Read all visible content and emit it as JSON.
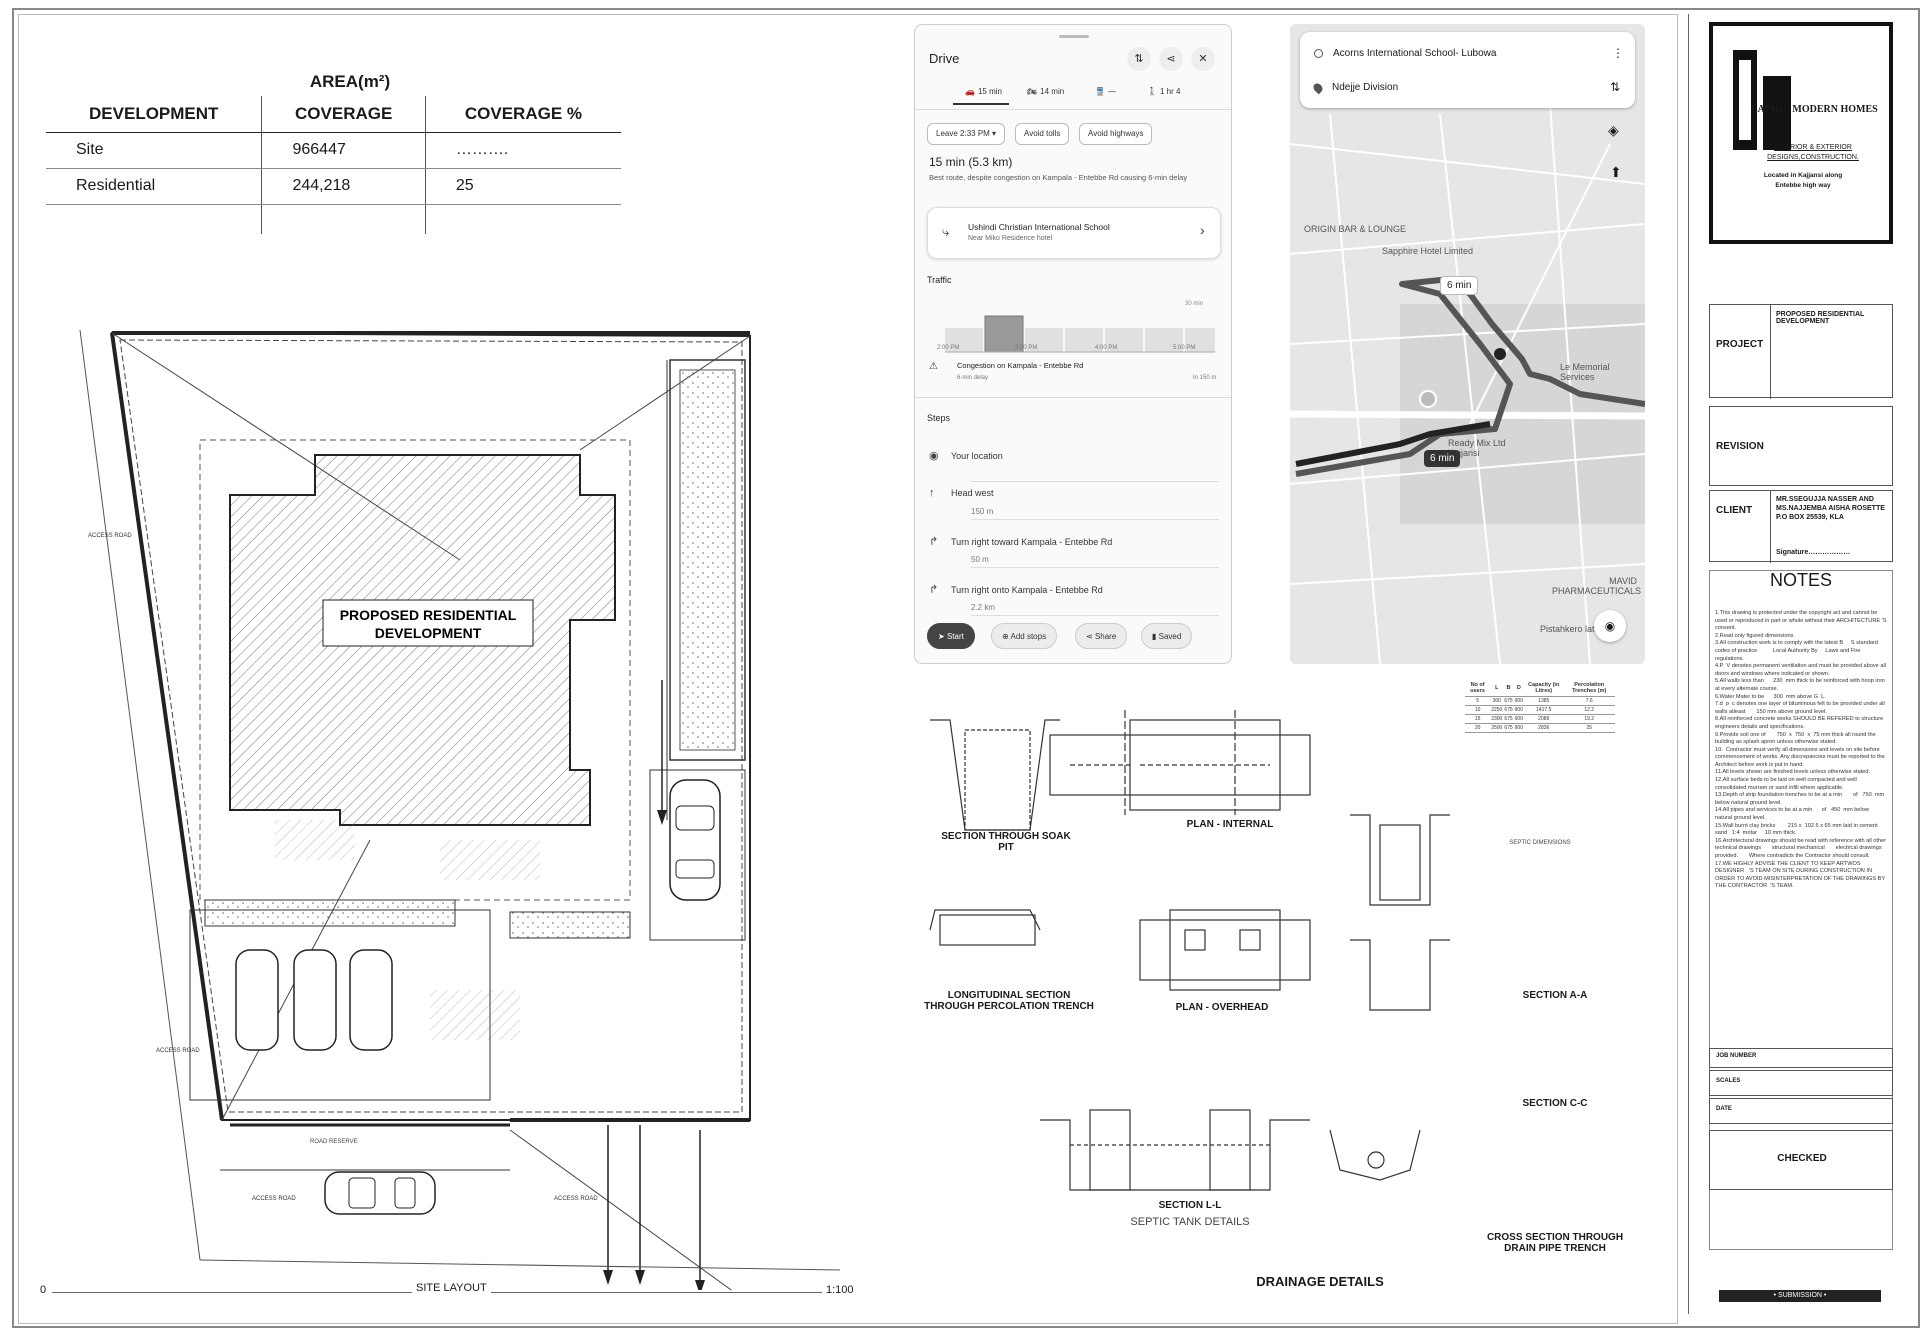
{
  "area": {
    "title": "AREA(m²)",
    "headers": [
      "DEVELOPMENT",
      "COVERAGE",
      "COVERAGE %"
    ],
    "rows": [
      {
        "development": "Site",
        "coverage": "966447",
        "percent": "………."
      },
      {
        "development": "Residential",
        "coverage": "244,218",
        "percent": "25"
      }
    ]
  },
  "site": {
    "building_label_line1": "PROPOSED RESIDENTIAL",
    "building_label_line2": "DEVELOPMENT",
    "access_road": "ACCESS ROAD",
    "road_reserve": "ROAD RESERVE",
    "caption": "SITE LAYOUT",
    "scale": "1:100",
    "scale_zero": "0"
  },
  "drive": {
    "title": "Drive",
    "modes": [
      {
        "icon": "car",
        "label": "15 min"
      },
      {
        "icon": "motorbike",
        "label": "14 min"
      },
      {
        "icon": "transit",
        "label": "—"
      },
      {
        "icon": "walk",
        "label": "1 hr 4"
      }
    ],
    "chips": [
      "Leave 2:33 PM ▾",
      "Avoid tolls",
      "Avoid highways"
    ],
    "duration": "15 min (5.3 km)",
    "summary": "Best route, despite congestion on Kampala - Entebbe Rd causing 6-min delay",
    "destination_name": "Ushindi Christian International School",
    "destination_sub": "Near Miko Residence hotel",
    "traffic_title": "Traffic",
    "traffic_max": "30 min",
    "traffic_times": [
      "2:00 PM",
      "3:00 PM",
      "4:00 PM",
      "5:00 PM"
    ],
    "congestion_title": "Congestion on Kampala - Entebbe Rd",
    "congestion_delay": "6-min delay",
    "congestion_dist": "In 150 m",
    "steps_title": "Steps",
    "steps": [
      {
        "icon": "location",
        "text": "Your location",
        "dist": ""
      },
      {
        "icon": "straight",
        "text": "Head west",
        "dist": "150 m"
      },
      {
        "icon": "turn-right",
        "text": "Turn right toward Kampala - Entebbe Rd",
        "dist": "50 m"
      },
      {
        "icon": "turn-right",
        "text": "Turn right onto Kampala - Entebbe Rd",
        "dist": "2.2 km"
      }
    ],
    "buttons": [
      "Start",
      "Add stops",
      "Share",
      "Saved"
    ]
  },
  "map": {
    "origin": "Acorns International School- Lubowa",
    "destination": "Ndejje Division",
    "labels": [
      "ORIGIN BAR & LOUNGE",
      "Sapphire Hotel Limited",
      "Le Memorial Services",
      "Ready Mix Ltd Kajjansi",
      "MAVID PHARMACEUTICALS",
      "Pistahkero lat"
    ],
    "badge_top": "6 min",
    "badge_bottom": "6 min"
  },
  "drainage": {
    "section_soak_pit": "SECTION THROUGH SOAK PIT",
    "plan_internal": "PLAN - INTERNAL",
    "longitudinal": "LONGITUDINAL SECTION THROUGH PERCOLATION TRENCH",
    "plan_overhead": "PLAN - OVERHEAD",
    "section_aa": "SECTION A-A",
    "section_cc": "SECTION C-C",
    "section_ll": "SECTION L-L",
    "septic_details": "SEPTIC  TANK DETAILS",
    "cross_section": "CROSS SECTION THROUGH DRAIN PIPE TRENCH",
    "caption": "DRAINAGE DETAILS",
    "septic_dimensions": "SEPTIC DIMENSIONS",
    "table_headers": [
      "No of users",
      "L",
      "B",
      "D",
      "Capacity (in Litres)",
      "Percolation Trenches (m)"
    ],
    "table_rows": [
      [
        "5",
        "300",
        "675",
        "900",
        "1385",
        "7.6"
      ],
      [
        "10",
        "2250",
        "675",
        "900",
        "1417.5",
        "12.2"
      ],
      [
        "15",
        "2300",
        "675",
        "900",
        "2089",
        "19.2"
      ],
      [
        "20",
        "2500",
        "675",
        "900",
        "2836",
        "25"
      ]
    ]
  },
  "title_block": {
    "company": "LAPHIC MODERN HOMES",
    "services_line1": "INTERIOR & EXTERIOR",
    "services_line2": "DESIGNS,CONSTRUCTION.",
    "location_line1": "Located in Kajjansi along",
    "location_line2": "Entebbe high way",
    "project_label": "PROJECT",
    "project_name": "PROPOSED RESIDENTIAL DEVELOPMENT",
    "revision_label": "REVISION",
    "client_label": "CLIENT",
    "client_name": "MR.SSEGUJJA NASSER AND MS.NAJJEMBA AISHA ROSETTE P.O BOX 25539, KLA",
    "signature": "Signature………………",
    "notes_title": "NOTES",
    "notes_text": "1.This drawing is protected under the copyright act and cannot be used or reproduced in part or whole without their ARCHITECTURE 'S consent.\n2.Read only figured dimensions.\n3.All construction work is to comply with the latest B     S standard codes of practice          Local Authority By     Laws and Fire regulations.\n4.P  V denotes permanent ventilation and must be provided above all doors and windows where indicated or shown.\n5.All walls less than      230  mm thick to be reinforced with hoop iron at every alternate course.\n6.Water Mater to be      300  mm above G  L.\n7.d  p  c denotes one layer of bituminous felt to be provided under all walls atleast       150 mm above ground level.\n8.All reinforced concrete works SHOULD BE REFERED to structure engineers details and specifications.\n9.Provide soil one of       750  x  750  x  75 mm thick all round the building as splash apron unless otherwise stated.\n10.  Contractor must verify all dimensions and levels on site before commencement of works. Any discrepancies must be reported to the Architect before work is put in hand.\n11.All levels shown are finished levels unless otherwise stated.\n12.All surface beds to be laid on well compacted and well consolidated murram or sand infill where applicable.\n13.Depth of strip foundation trenches to be at a min       of   750  mm below natural ground level.\n14.All pipes and services to be at a min      of   450  mm below natural ground level.\n15.Wall burnt clay bricks        215 x  102.5 x 65 mm laid in cement      sand   1:4  motar     10 mm thick.\n16.Architectural drawings should be read with reference with all other technical drawings       structural mechanical       electrical drawings provided.       Where contradicts the Contractor should consult.\n17.WE HIGHLY ADVISE THE CLIENT TO KEEP ARTWOS DESIGNER   'S TEAM ON SITE DURING CONSTRUCTION IN ORDER TO AVOID MISINTERPRETATION OF THE DRAWINGS BY THE CONTRACTOR  'S TEAM.",
    "job_number_label": "JOB NUMBER",
    "scales_label": "SCALES",
    "date_label": "DATE",
    "checked_label": "CHECKED",
    "submission": "• SUBMISSION •"
  }
}
